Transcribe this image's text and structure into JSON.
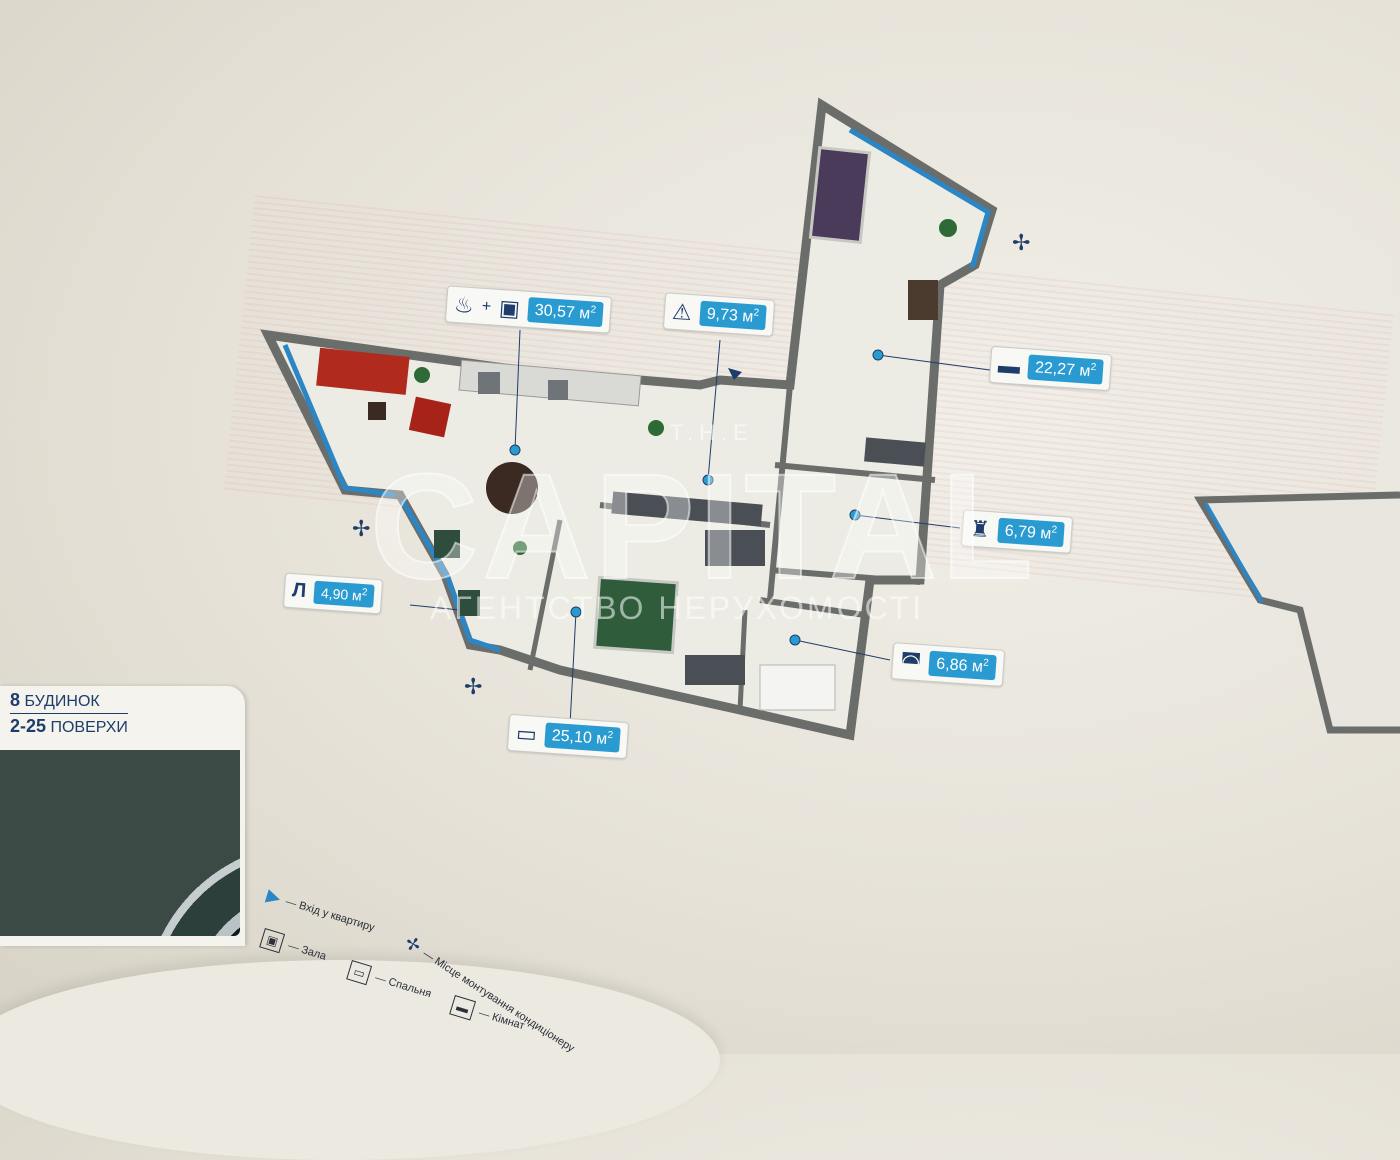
{
  "rooms": {
    "kitchen_living": {
      "area": "30,57",
      "unit": "м",
      "unit_sup": "2",
      "icon_a": "pot-icon",
      "plus": "+",
      "icon_b": "monitor-icon"
    },
    "hall": {
      "area": "9,73",
      "unit": "м",
      "unit_sup": "2",
      "icon": "hall-icon"
    },
    "living_room": {
      "area": "22,27",
      "unit": "м",
      "unit_sup": "2",
      "icon": "sofa-icon"
    },
    "toilet": {
      "area": "6,79",
      "unit": "м",
      "unit_sup": "2",
      "icon": "toilet-icon"
    },
    "bathroom": {
      "area": "6,86",
      "unit": "м",
      "unit_sup": "2",
      "icon": "bathtub-icon"
    },
    "bedroom": {
      "area": "25,10",
      "unit": "м",
      "unit_sup": "2",
      "icon": "bed-icon"
    },
    "loggia": {
      "letter": "Л",
      "area": "4,90",
      "unit": "м",
      "unit_sup": "2"
    }
  },
  "building": {
    "number": "8",
    "label": "БУДИНОК",
    "floors": "2-25",
    "floors_label": "ПОВЕРХИ"
  },
  "legend": {
    "entrance": "— Вхід у квартиру",
    "hall": "— Зала",
    "bedroom": "— Спальня",
    "room": "— Кімнат",
    "ac": "— Місце монтування кондиціонеру"
  },
  "watermark": {
    "the": "T.H.E",
    "name": "CAPITAL",
    "sub": "АГЕНТСТВО НЕРУХОМОСТІ"
  },
  "colors": {
    "accent": "#2a9bd1",
    "wall": "#6b6d6a",
    "window": "#2a86c4",
    "icon": "#1e3d6a"
  }
}
